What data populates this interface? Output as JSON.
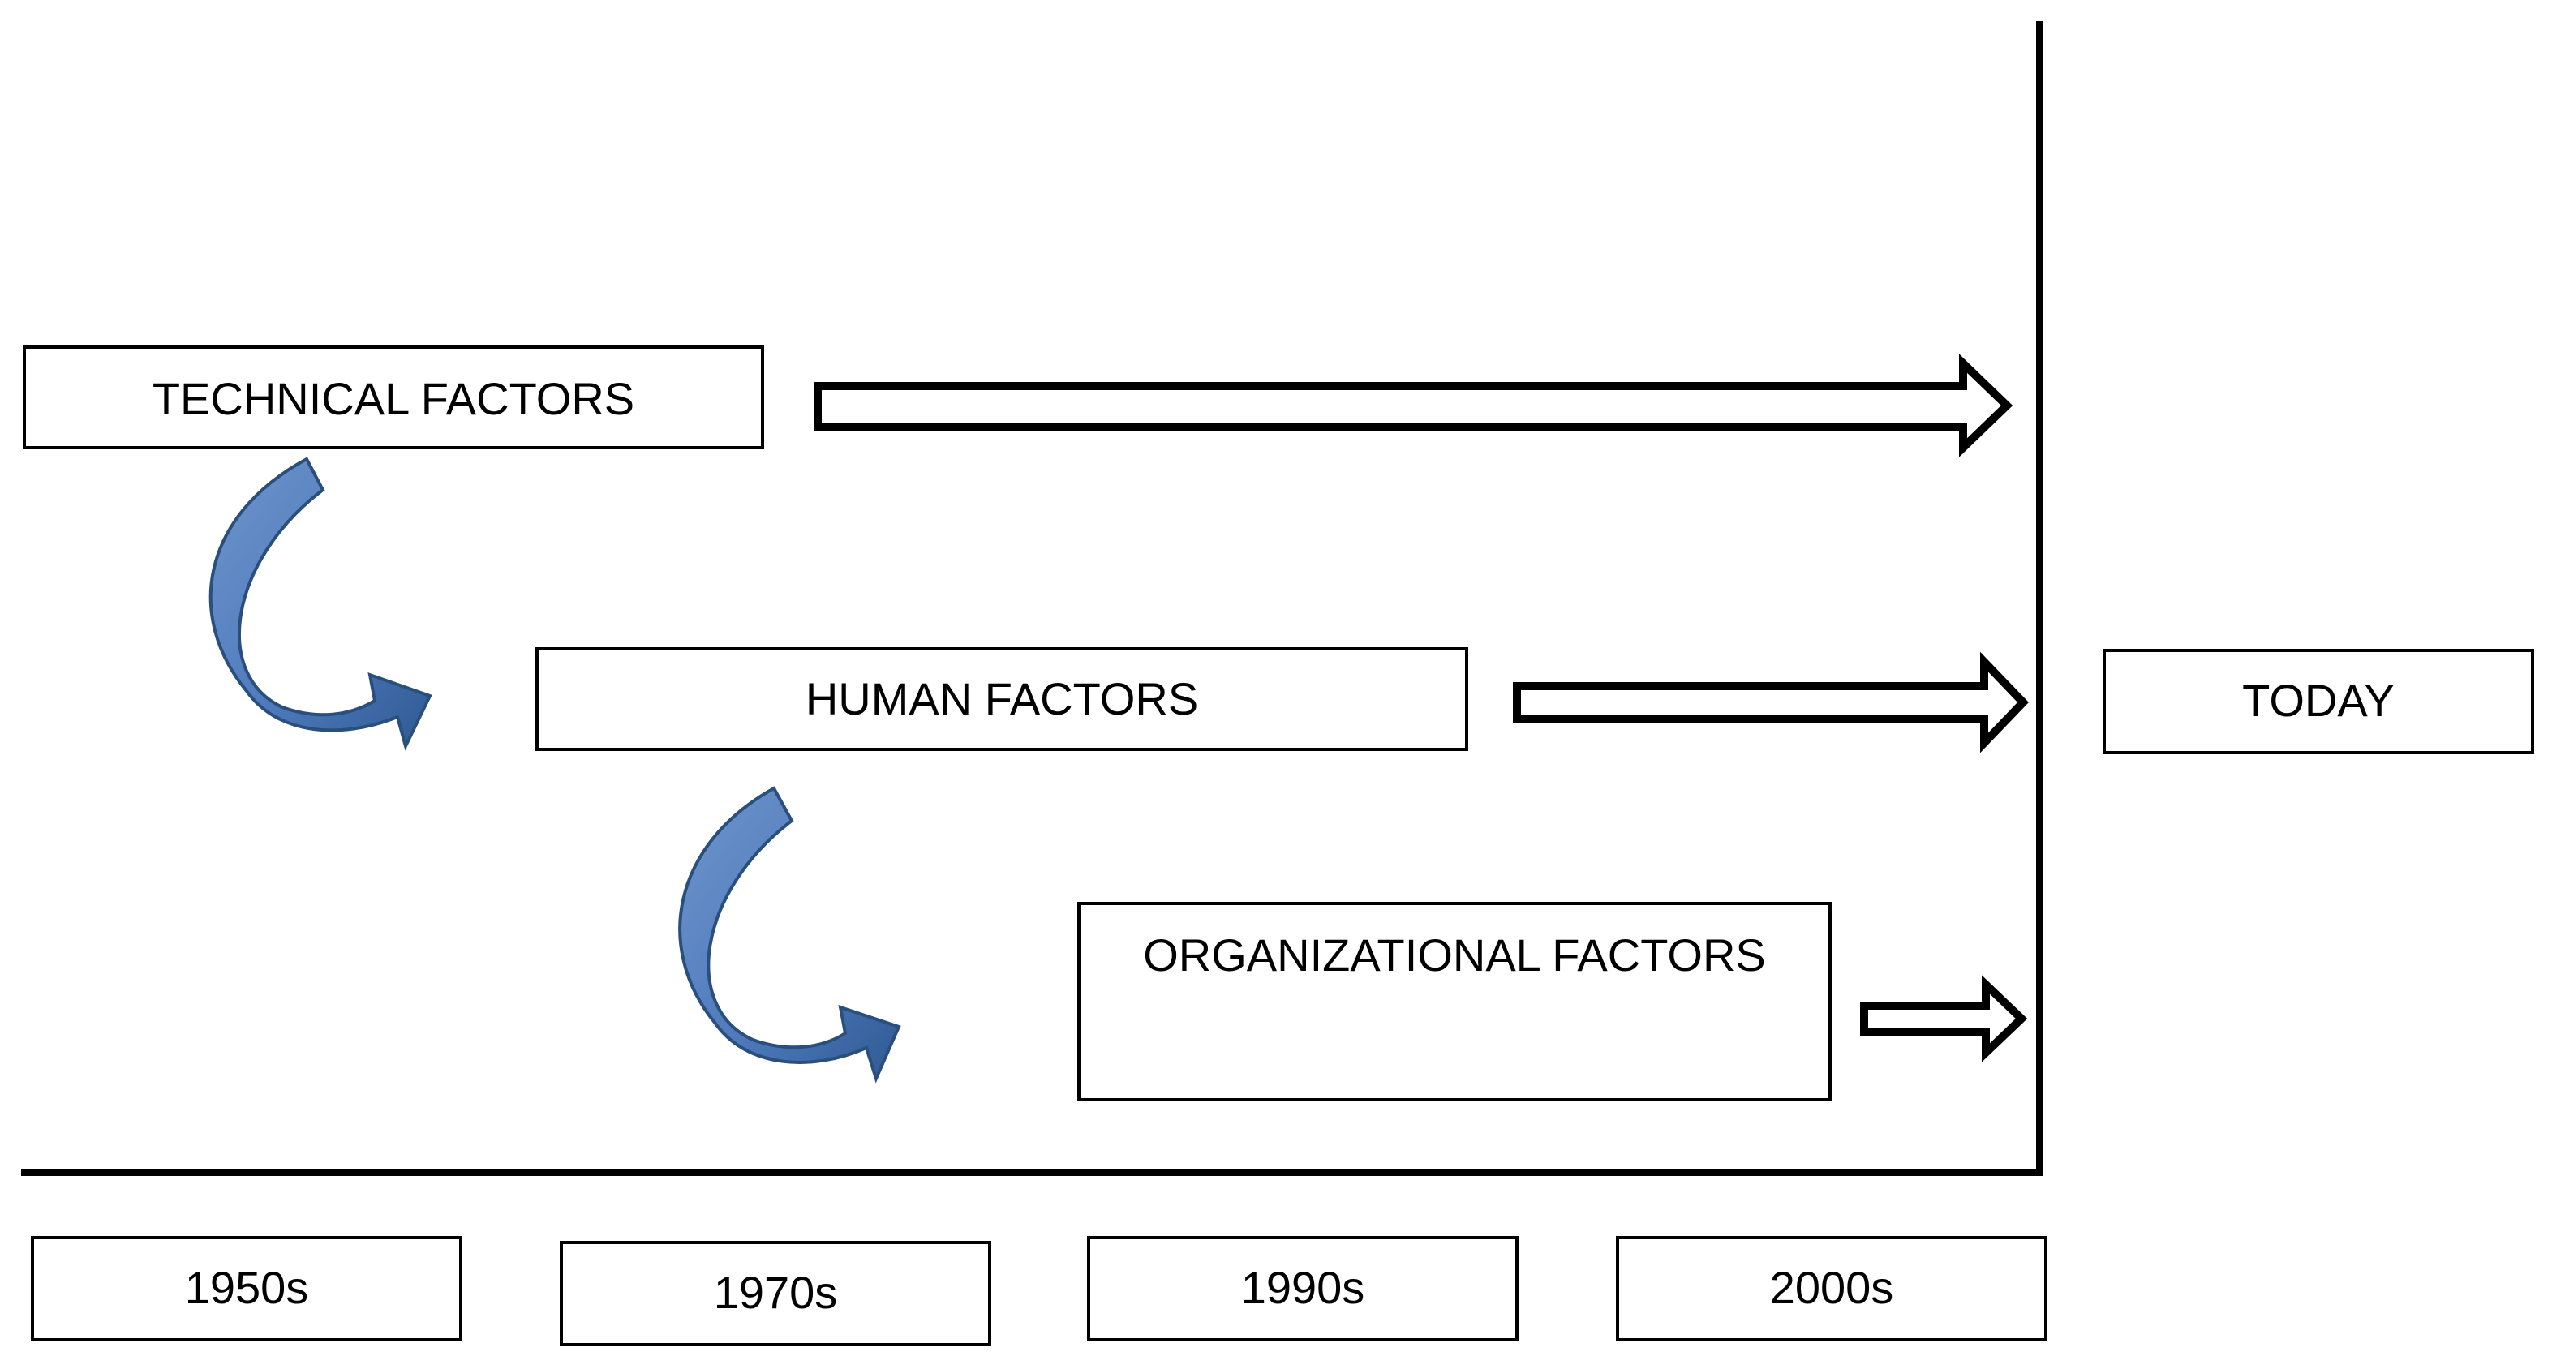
{
  "factors": {
    "technical": "TECHNICAL FACTORS",
    "human": "HUMAN FACTORS",
    "organizational": "ORGANIZATIONAL FACTORS"
  },
  "today": "TODAY",
  "decades": [
    "1950s",
    "1970s",
    "1990s",
    "2000s"
  ],
  "colors": {
    "curved_arrow_light": "#6f95cb",
    "curved_arrow_mid": "#4f7bbd",
    "curved_arrow_dark": "#2f5a93",
    "stroke": "#000000"
  }
}
